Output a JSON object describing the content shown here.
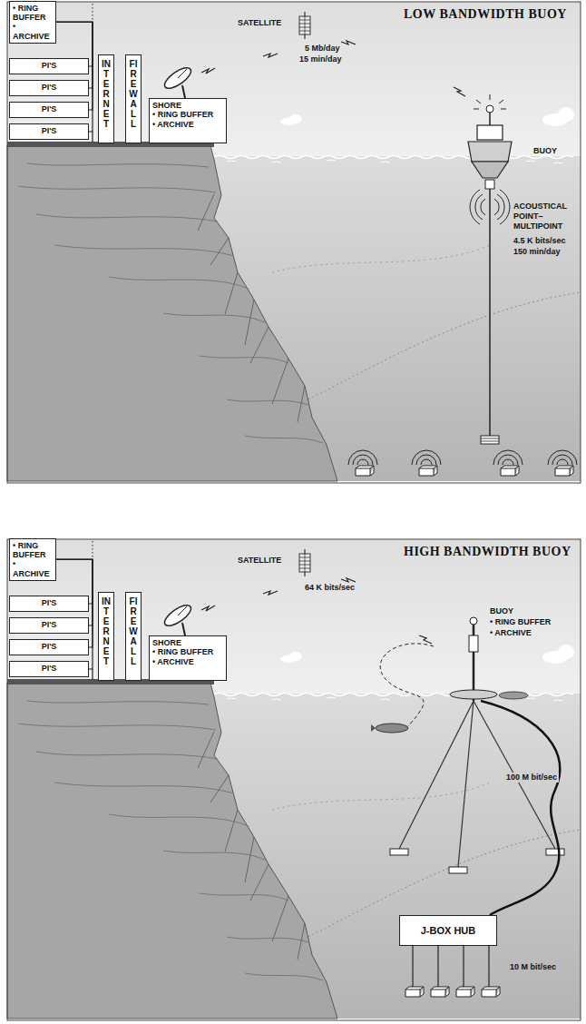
{
  "diagram": {
    "nodes": [
      {
        "text": [
          "• RING BUFFER",
          "• ARCHIVE"
        ]
      },
      {
        "text": [
          "PI'S"
        ]
      },
      {
        "text": [
          "PI'S"
        ]
      },
      {
        "text": [
          "PI'S"
        ]
      },
      {
        "text": [
          "PI'S"
        ]
      },
      {
        "text": [
          "INTERNET"
        ]
      },
      {
        "text": [
          "FIREWALL"
        ]
      },
      {
        "text": [
          "SHORE",
          "• RING BUFFER",
          "• ARCHIVE"
        ]
      },
      {
        "text": [
          "• RING BUFFER",
          "• ARCHIVE"
        ]
      },
      {
        "text": [
          "PI'S"
        ]
      },
      {
        "text": [
          "PI'S"
        ]
      },
      {
        "text": [
          "PI'S"
        ]
      },
      {
        "text": [
          "PI'S"
        ]
      },
      {
        "text": [
          "INTERNET"
        ]
      },
      {
        "text": [
          "FIREWALL"
        ]
      },
      {
        "text": [
          "SHORE",
          "• RING BUFFER",
          "• ARCHIVE"
        ]
      },
      {
        "text": [
          "J-BOX HUB"
        ]
      }
    ],
    "edges": [
      {
        "from": 0,
        "to": 1,
        "arrow": "none"
      },
      {
        "from": 0,
        "to": 2,
        "arrow": "none"
      },
      {
        "from": 0,
        "to": 3,
        "arrow": "none"
      },
      {
        "from": 0,
        "to": 4,
        "arrow": "none"
      },
      {
        "from": 8,
        "to": 9,
        "arrow": "none"
      },
      {
        "from": 8,
        "to": 10,
        "arrow": "none"
      },
      {
        "from": 8,
        "to": 11,
        "arrow": "none"
      },
      {
        "from": 8,
        "to": 12,
        "arrow": "none"
      }
    ],
    "labels": [
      "LOW BANDWIDTH BUOY",
      "SATELLITE",
      "5 Mb/day",
      "15 min/day",
      "BUOY",
      "ACOUSTICAL POINT–MULTIPOINT",
      "4.5 K bits/sec",
      "150 min/day",
      "HIGH BANDWIDTH BUOY",
      "SATELLITE",
      "64 K bits/sec",
      "BUOY",
      "• RING BUFFER",
      "• ARCHIVE",
      "100 M bit/sec",
      "10 M bit/sec"
    ]
  }
}
